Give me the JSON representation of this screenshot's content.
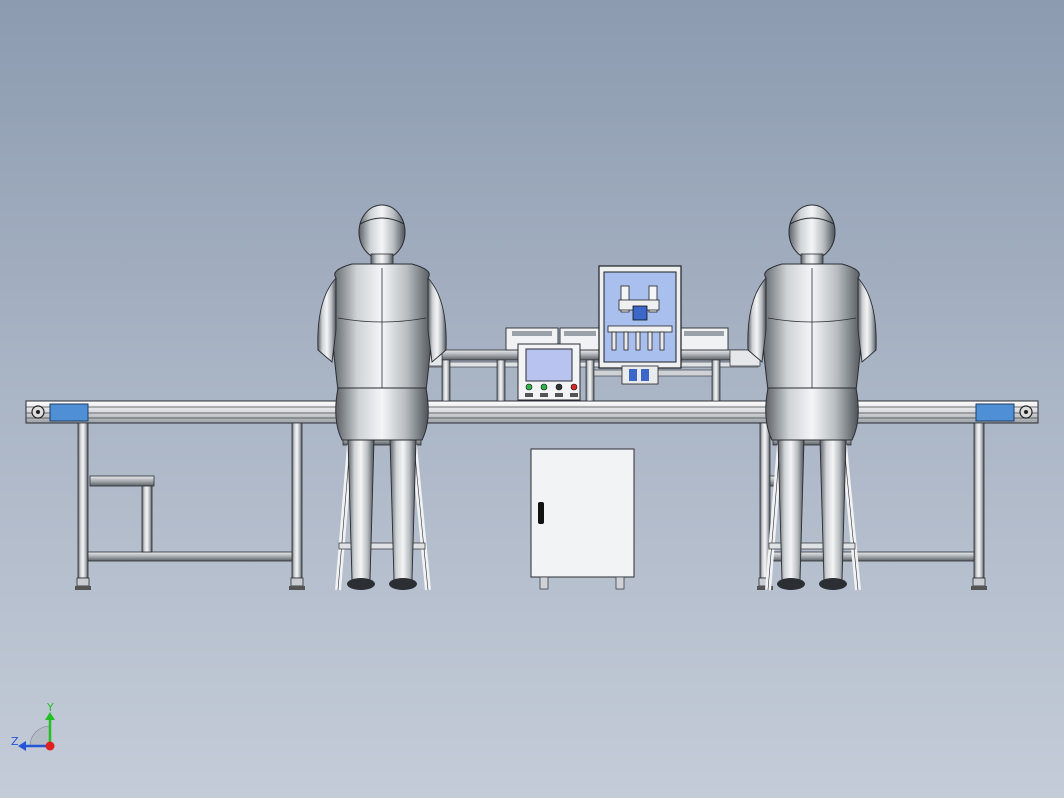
{
  "scene": {
    "title": "",
    "background_top": "#8c9bb0",
    "background_bottom": "#c4ccd8",
    "frame_color": "#e6e8ec",
    "frame_edge": "#2a2d33",
    "belt_accent": "#4f8fd6",
    "screen_color": "#b9c3f0",
    "cabinet_color": "#f2f3f5"
  },
  "components": {
    "left_operator": "seated-operator",
    "right_operator": "seated-operator",
    "conveyor": "belt-conveyor",
    "control_cabinet": "electrical-cabinet",
    "hmi": "touch-panel",
    "inspection_box": "vision-station"
  },
  "hmi": {
    "button_colors": [
      "#2fb34a",
      "#2fb34a",
      "#333333",
      "#d62a2a"
    ]
  },
  "triad": {
    "y_label": "Y",
    "z_label": "Z",
    "y_color": "#22c022",
    "z_color": "#2456d6",
    "x_color": "#e02020"
  }
}
